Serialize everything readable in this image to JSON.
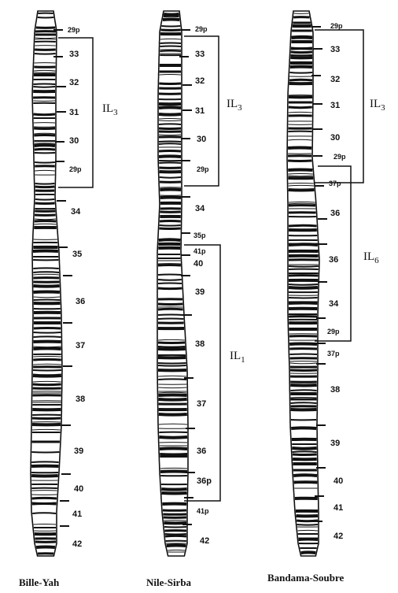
{
  "columns": [
    {
      "id": "bille-yah",
      "label": "Bille-Yah",
      "bands": [
        "29p",
        "33",
        "32",
        "31",
        "30",
        "29p",
        "34",
        "35",
        "36",
        "37",
        "38",
        "39",
        "40",
        "41",
        "42"
      ],
      "inversions": [
        {
          "label": "IL",
          "sub": "3",
          "from": 0,
          "to": 5
        }
      ]
    },
    {
      "id": "nile-sirba",
      "label": "Nile-Sirba",
      "bands": [
        "29p",
        "33",
        "32",
        "31",
        "30",
        "29p",
        "34",
        "35p",
        "41p",
        "40",
        "39",
        "38",
        "37",
        "36",
        "36p",
        "41p",
        "42"
      ],
      "inversions": [
        {
          "label": "IL",
          "sub": "3",
          "from": 0,
          "to": 5
        },
        {
          "label": "IL",
          "sub": "1",
          "from": 8,
          "to": 14
        }
      ]
    },
    {
      "id": "bandama-soubre",
      "label": "Bandama-Soubre",
      "bands": [
        "29p",
        "33",
        "32",
        "31",
        "30",
        "29p",
        "37p",
        "36",
        "36",
        "34",
        "29p",
        "37p",
        "38",
        "39",
        "40",
        "41",
        "42"
      ],
      "inversions": [
        {
          "label": "IL",
          "sub": "3",
          "from": 0,
          "to": 6
        },
        {
          "label": "IL",
          "sub": "6",
          "from": 5,
          "to": 10
        }
      ]
    }
  ]
}
